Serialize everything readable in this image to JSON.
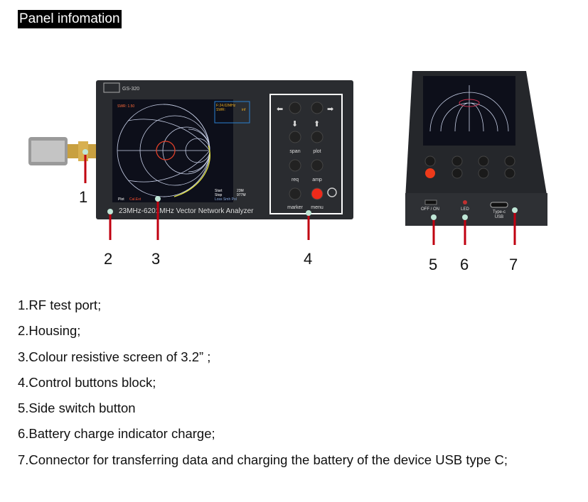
{
  "title": "Panel infomation",
  "device_front": {
    "model": "GS-320",
    "caption": "23MHz-6201MHz  Vector Network Analyzer",
    "screen": {
      "swr": "SWR: 1.50",
      "marker_freq": "F:24.02MHz",
      "marker_swr_label": "SWR:",
      "marker_swr_value": "inf",
      "start_label": "Start",
      "start_value": "23M",
      "stop_label": "Stop",
      "stop_value": "977M",
      "bottom_left": "Plot",
      "bottom_cal": "Cal.Ext",
      "bottom_right": "Loss Smh Pol"
    },
    "buttons": [
      "span",
      "plot",
      "req",
      "amp",
      "marker",
      "menu"
    ]
  },
  "device_side": {
    "switch_label": "OFF / ON",
    "led_label": "LED",
    "usb_label_1": "Type-c",
    "usb_label_2": "USB"
  },
  "callouts": [
    "1",
    "2",
    "3",
    "4",
    "5",
    "6",
    "7"
  ],
  "items": [
    "1.RF test port;",
    "2.Housing;",
    "3.Colour resistive screen of 3.2” ;",
    "4.Control buttons block;",
    "5.Side switch button",
    "6.Battery charge indicator charge;",
    "7.Connector for transferring data and charging the battery of the device USB type C;"
  ]
}
